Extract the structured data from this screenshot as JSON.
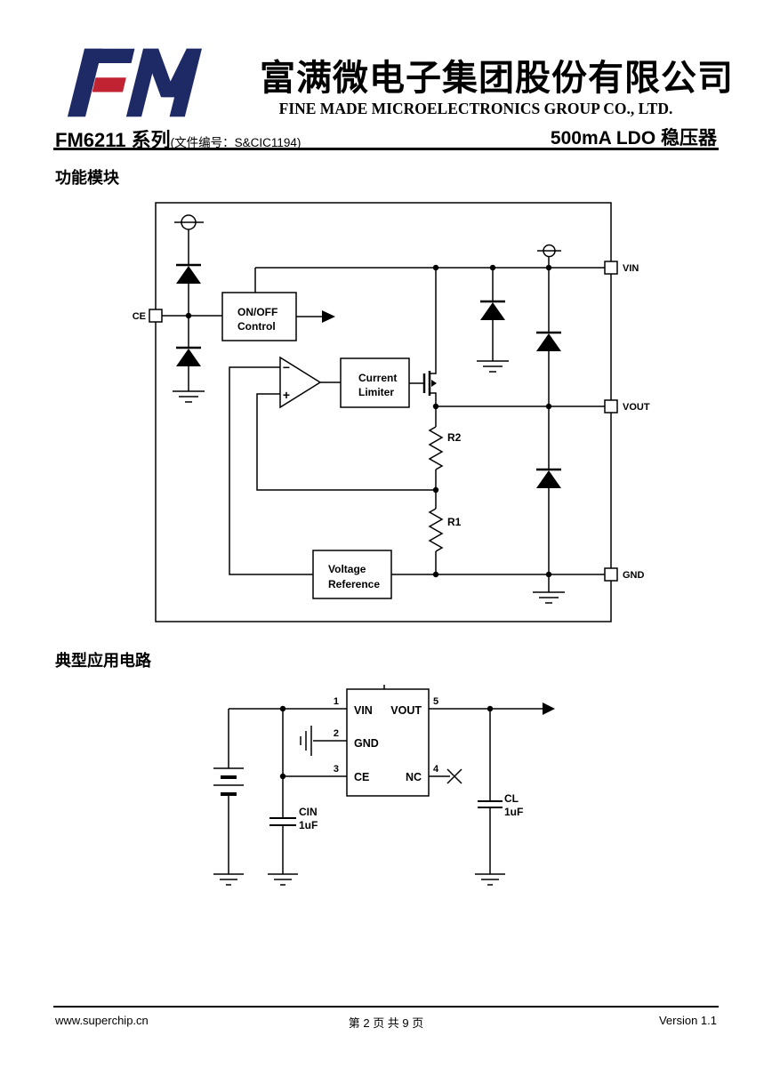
{
  "header": {
    "logo_letters": "FM",
    "company_cn": "富满微电子集团股份有限公司",
    "company_en": "FINE MADE MICROELECTRONICS GROUP CO., LTD.",
    "part_series": "FM6211 系列",
    "doc_number": "(文件编号：S&CIC1194)",
    "product_title": "500mA LDO 稳压器"
  },
  "sections": {
    "functional_block_title": "功能模块",
    "application_circuit_title": "典型应用电路"
  },
  "block_diagram": {
    "pins": {
      "ce": "CE",
      "vin": "VIN",
      "vout": "VOUT",
      "gnd": "GND"
    },
    "blocks": {
      "onoff_line1": "ON/OFF",
      "onoff_line2": "Control",
      "limiter_line1": "Current",
      "limiter_line2": "Limiter",
      "vref_line1": "Voltage",
      "vref_line2": "Reference"
    },
    "resistors": {
      "r1": "R1",
      "r2": "R2"
    },
    "opamp": {
      "inverting": "−",
      "noninverting": "+"
    }
  },
  "application_circuit": {
    "pins": {
      "vin": {
        "number": "1",
        "label": "VIN"
      },
      "gnd": {
        "number": "2",
        "label": "GND"
      },
      "ce": {
        "number": "3",
        "label": "CE"
      },
      "nc": {
        "number": "4",
        "label": "NC"
      },
      "vout": {
        "number": "5",
        "label": "VOUT"
      }
    },
    "capacitors": {
      "cin": {
        "name": "CIN",
        "value": "1uF"
      },
      "cl": {
        "name": "CL",
        "value": "1uF"
      }
    }
  },
  "footer": {
    "website": "www.superchip.cn",
    "page_info": "第 2 页 共 9 页",
    "version": "Version 1.1"
  },
  "colors": {
    "logo_navy": "#1e2a66",
    "logo_red": "#c22332",
    "ink": "#000000"
  }
}
